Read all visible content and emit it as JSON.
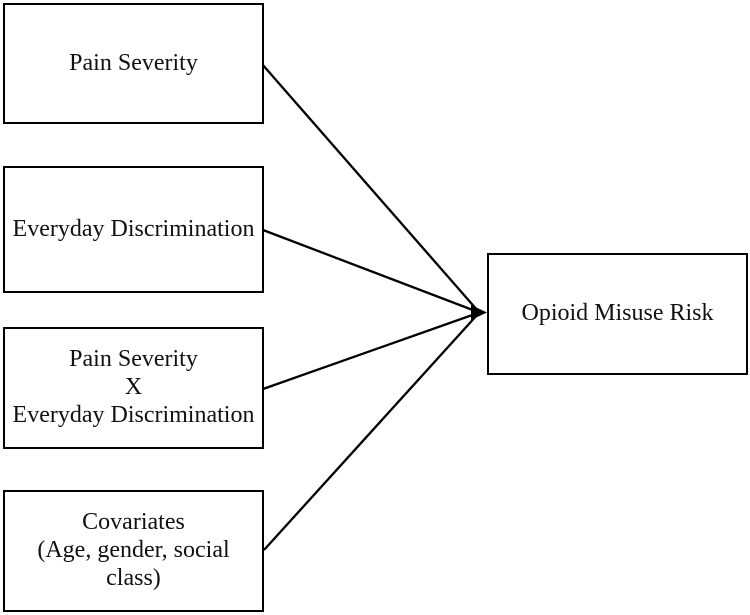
{
  "diagram": {
    "nodes": {
      "pain_severity": {
        "label": "Pain Severity"
      },
      "everyday_discrimination": {
        "label": "Everyday Discrimination"
      },
      "interaction": {
        "label": "Pain Severity\nX\nEveryday Discrimination"
      },
      "covariates": {
        "label": "Covariates\n(Age, gender, social\nclass)"
      },
      "outcome": {
        "label": "Opioid Misuse Risk"
      }
    },
    "edges": [
      {
        "from": "pain_severity",
        "to": "outcome",
        "style": "arrow"
      },
      {
        "from": "everyday_discrimination",
        "to": "outcome",
        "style": "arrow"
      },
      {
        "from": "interaction",
        "to": "outcome",
        "style": "arrow"
      },
      {
        "from": "covariates",
        "to": "outcome",
        "style": "arrow"
      }
    ],
    "colors": {
      "background": "#ffffff",
      "box_fill": "#ffffff",
      "box_border": "#000000",
      "line": "#000000",
      "text": "#111111"
    }
  }
}
